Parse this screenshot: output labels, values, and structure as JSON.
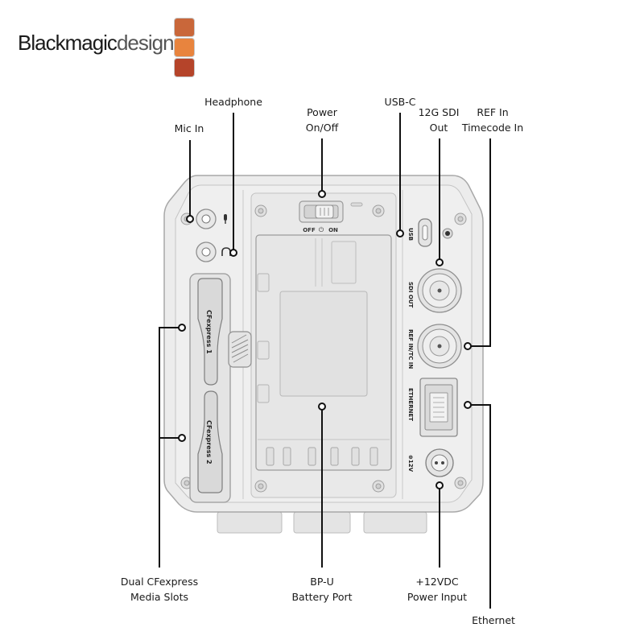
{
  "brand": {
    "name_part1": "Blackmagic",
    "name_part2": "design",
    "logo_colors": [
      "#c9673a",
      "#e8843e",
      "#b5442a"
    ]
  },
  "callouts": {
    "headphone": "Headphone",
    "mic_in": "Mic In",
    "power": {
      "line1": "Power",
      "line2": "On/Off"
    },
    "usbc": "USB-C",
    "sdi_out": {
      "line1": "12G SDI",
      "line2": "Out"
    },
    "ref_in": {
      "line1": "REF In",
      "line2": "Timecode In"
    },
    "cfexpress": {
      "line1": "Dual CFexpress",
      "line2": "Media Slots"
    },
    "bpu": {
      "line1": "BP-U",
      "line2": "Battery Port"
    },
    "power_input": {
      "line1": "+12VDC",
      "line2": "Power Input"
    },
    "ethernet": "Ethernet"
  },
  "panel_labels": {
    "usb": "USB",
    "sdi_out": "SDI OUT",
    "ref_in": "REF IN/TC IN",
    "ethernet": "ETHERNET",
    "dc": "⊕12V",
    "cf1": "CFexpress 1",
    "cf2": "CFexpress 2",
    "switch_off": "OFF",
    "switch_on": "ON",
    "power_symbol": "⏻"
  },
  "icons": [
    "microphone-icon",
    "headphone-icon",
    "power-icon"
  ]
}
